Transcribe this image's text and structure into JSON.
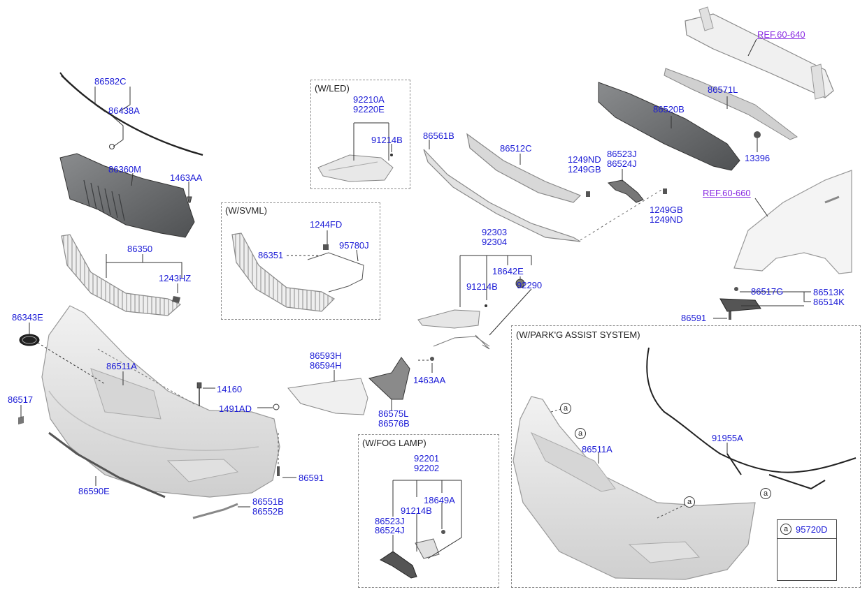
{
  "parts": {
    "p86582C": "86582C",
    "p86438A": "86438A",
    "p86360M": "86360M",
    "p1463AA_a": "1463AA",
    "p86350": "86350",
    "p1243HZ": "1243HZ",
    "p86343E": "86343E",
    "p86511A": "86511A",
    "p86517": "86517",
    "p14160": "14160",
    "p1491AD": "1491AD",
    "p86591_a": "86591",
    "p86590E": "86590E",
    "p86551B": "86551B",
    "p86552B": "86552B",
    "p1244FD": "1244FD",
    "p86351": "86351",
    "p95780J": "95780J",
    "p92210A": "92210A",
    "p92220E": "92220E",
    "p91214B_a": "91214B",
    "p86561B": "86561B",
    "p86512C": "86512C",
    "p1249ND_a": "1249ND",
    "p1249GB_a": "1249GB",
    "p86523J_a": "86523J",
    "p86524J_a": "86524J",
    "p1249GB_b": "1249GB",
    "p1249ND_b": "1249ND",
    "p86520B": "86520B",
    "p86571L": "86571L",
    "p13396": "13396",
    "p92303": "92303",
    "p92304": "92304",
    "p18642E": "18642E",
    "p91214B_b": "91214B",
    "p92290": "92290",
    "p86593H": "86593H",
    "p86594H": "86594H",
    "p1463AA_b": "1463AA",
    "p86575L": "86575L",
    "p86576B": "86576B",
    "p86517G": "86517G",
    "p86513K": "86513K",
    "p86514K": "86514K",
    "p86591_b": "86591",
    "p92201": "92201",
    "p92202": "92202",
    "p18649A": "18649A",
    "p91214B_c": "91214B",
    "p86523J_b": "86523J",
    "p86524J_b": "86524J",
    "p91955A": "91955A",
    "p86511A_b": "86511A",
    "p95720D": "95720D"
  },
  "refs": {
    "ref1": "REF.60-640",
    "ref2": "REF.60-660"
  },
  "boxes": {
    "led": "(W/LED)",
    "svml": "(W/SVML)",
    "fog": "(W/FOG LAMP)",
    "park": "(W/PARK'G ASSIST SYSTEM)"
  },
  "callout": "a",
  "colors": {
    "label": "#1a1ad6",
    "ref": "#8a2be2",
    "part_fill": "#e6e6e6",
    "part_stroke": "#9a9a9a",
    "dark_part": "#6e7072"
  }
}
